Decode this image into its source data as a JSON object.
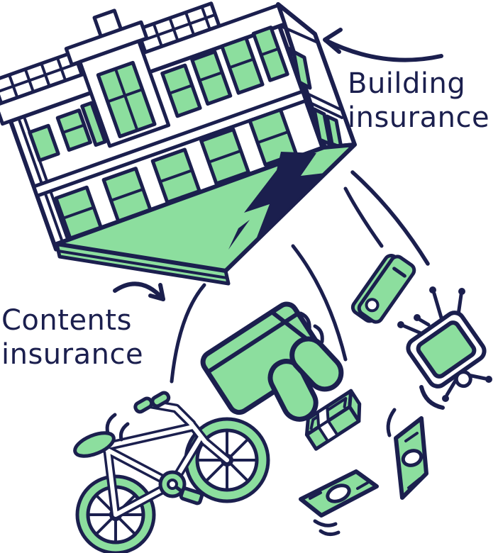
{
  "illustration": {
    "alt": "Tilted building pouring out household items",
    "labels": {
      "building": {
        "line1": "Building",
        "line2": "insurance",
        "full": "Building insurance"
      },
      "contents": {
        "line1": "Contents",
        "line2": "insurance",
        "full": "Contents insurance"
      }
    },
    "icons": [
      "tilted-building",
      "crack",
      "sofa",
      "smartphone",
      "tv",
      "money-stack",
      "banknote-vertical",
      "banknote-horizontal",
      "bicycle",
      "building-insurance-arrow",
      "contents-insurance-arrow"
    ]
  },
  "colors": {
    "ink": "#1b1f4e",
    "green": "#8cde9e",
    "paper": "#ffffff"
  }
}
